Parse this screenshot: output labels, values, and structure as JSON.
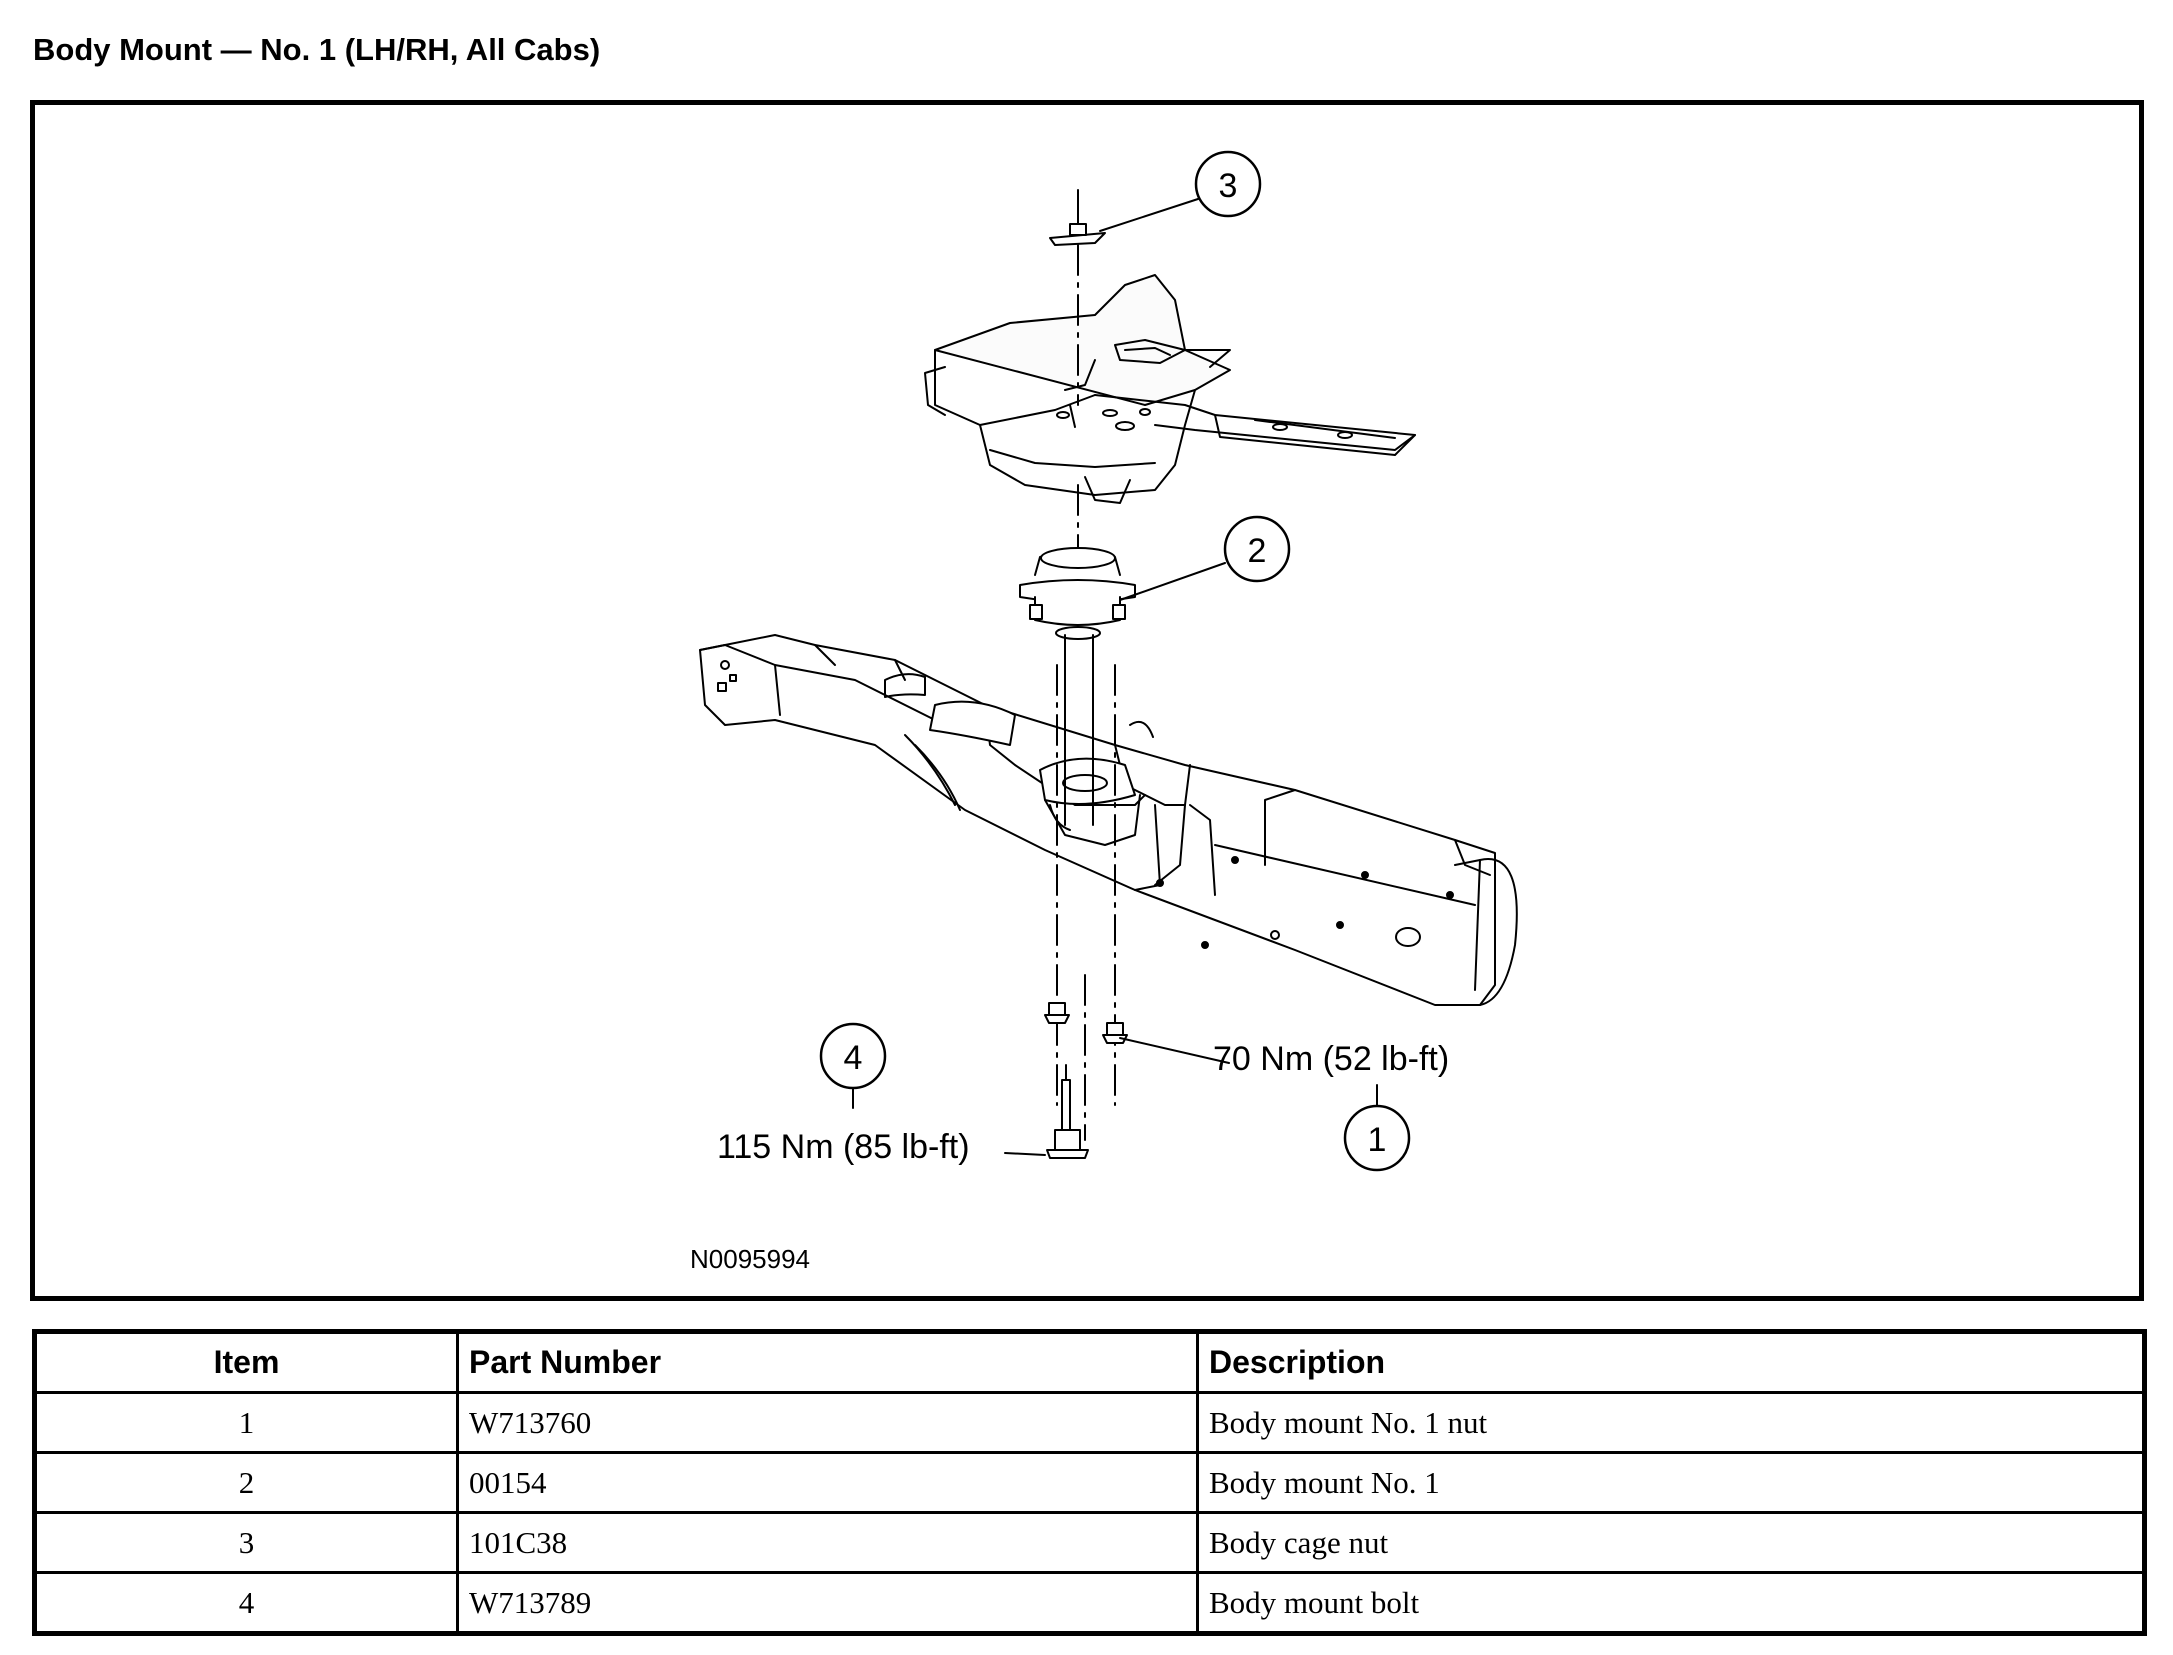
{
  "title": "Body Mount — No. 1 (LH/RH, All Cabs)",
  "figure": {
    "callouts": [
      "1",
      "2",
      "3",
      "4"
    ],
    "torque_nut": "70 Nm (52 lb-ft)",
    "torque_bolt": "115 Nm (85 lb-ft)",
    "figure_id": "N0095994"
  },
  "table": {
    "headers": {
      "item": "Item",
      "part_number": "Part Number",
      "description": "Description"
    },
    "rows": [
      {
        "item": "1",
        "part_number": "W713760",
        "description": "Body mount No. 1 nut"
      },
      {
        "item": "2",
        "part_number": "00154",
        "description": "Body mount No. 1"
      },
      {
        "item": "3",
        "part_number": "101C38",
        "description": "Body cage nut"
      },
      {
        "item": "4",
        "part_number": "W713789",
        "description": "Body mount bolt"
      }
    ]
  }
}
